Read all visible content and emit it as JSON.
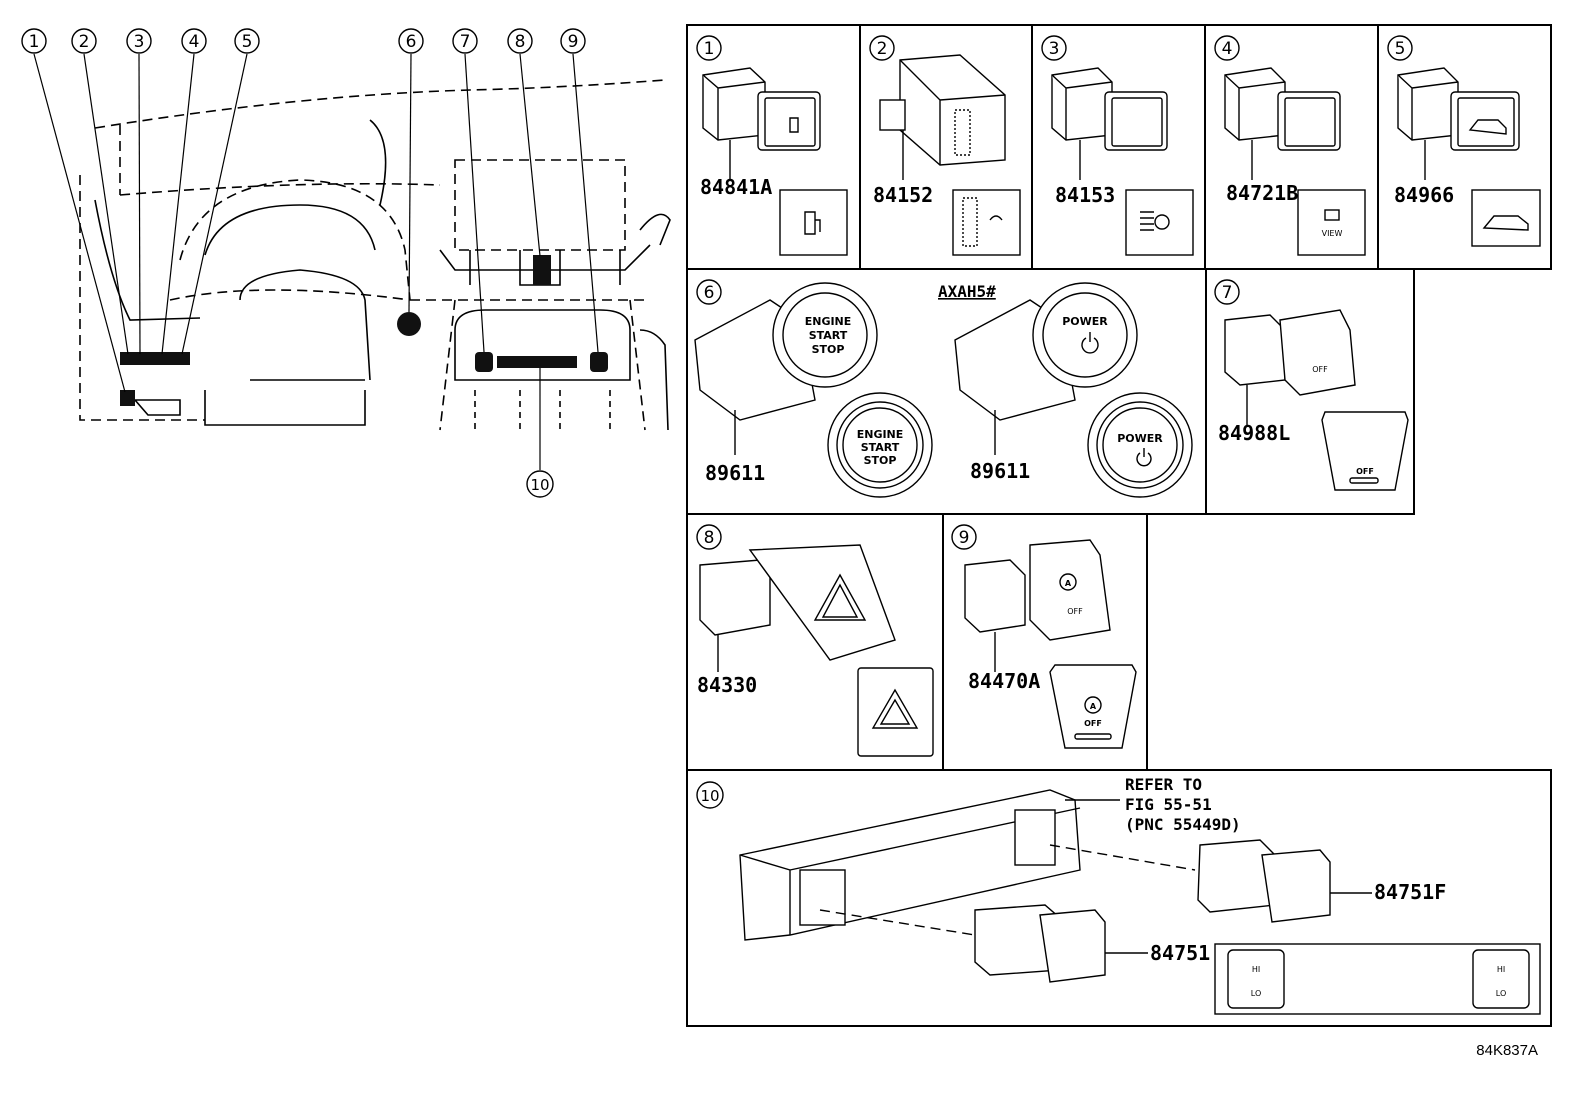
{
  "overview": {
    "callouts": [
      "1",
      "2",
      "3",
      "4",
      "5",
      "6",
      "7",
      "8",
      "9",
      "10"
    ]
  },
  "panels": [
    {
      "num": "1",
      "part": "84841A"
    },
    {
      "num": "2",
      "part": "84152"
    },
    {
      "num": "3",
      "part": "84153"
    },
    {
      "num": "4",
      "part": "84721B"
    },
    {
      "num": "5",
      "part": "84966"
    },
    {
      "num": "6",
      "part": "89611",
      "part_b": "89611",
      "variant": "AXAH5#",
      "btn_a": [
        "ENGINE",
        "START",
        "STOP"
      ],
      "btn_b": [
        "POWER"
      ]
    },
    {
      "num": "7",
      "part": "84988L",
      "label": "OFF"
    },
    {
      "num": "8",
      "part": "84330"
    },
    {
      "num": "9",
      "part": "84470A",
      "label": "OFF",
      "letter": "A"
    },
    {
      "num": "10",
      "part": "84751F",
      "part_b": "84751",
      "refer": [
        "REFER TO",
        "FIG 55-51",
        "(PNC 55449D)"
      ],
      "seat_labels": [
        "HI",
        "LO"
      ]
    }
  ],
  "view_label": "VIEW",
  "figure_code": "84K837A"
}
